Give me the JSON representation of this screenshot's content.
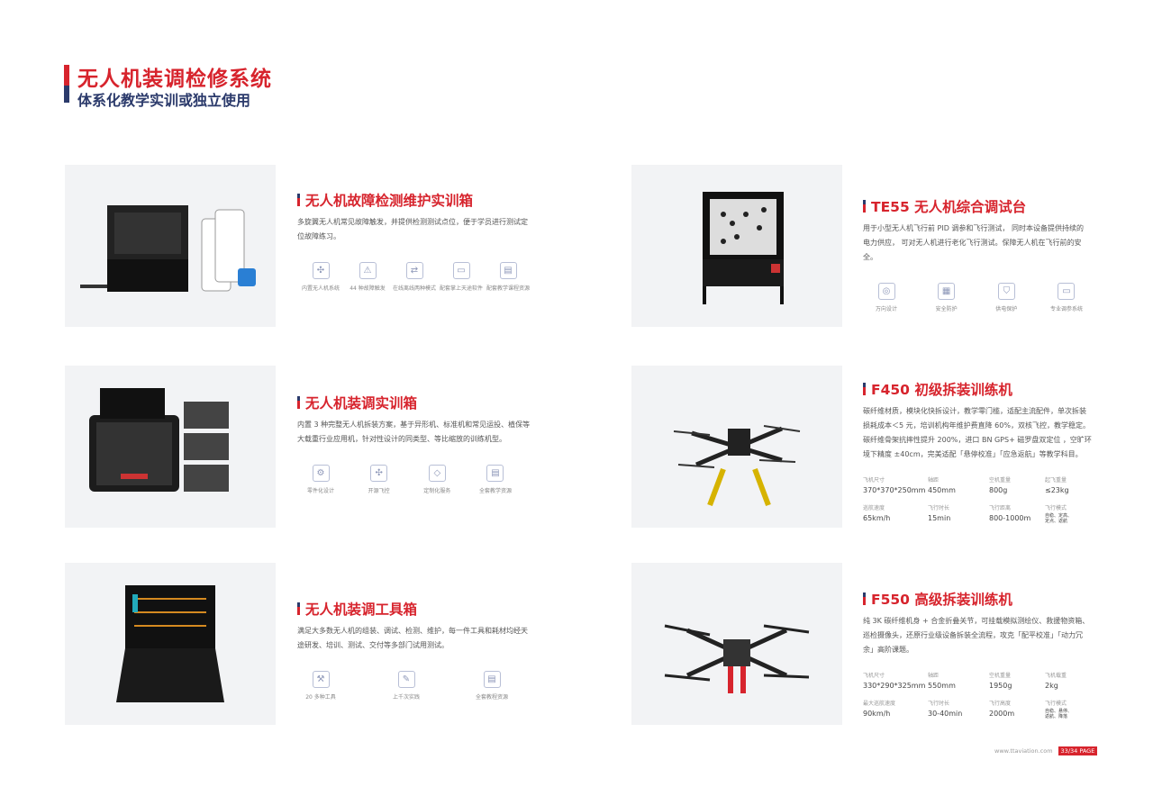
{
  "header": {
    "title": "无人机装调检修系统",
    "subtitle": "体系化教学实训或独立使用"
  },
  "products": [
    {
      "title": "无人机故障检测维护实训箱",
      "desc": "多旋翼无人机常见故障触发，并提供检测测试点位，便于学员进行测试定位故障练习。",
      "features": [
        {
          "icon": "drone-icon",
          "label": "内置无人机系统"
        },
        {
          "icon": "warning-icon",
          "label": "44 种故障触发"
        },
        {
          "icon": "mode-icon",
          "label": "在线离线两种模式"
        },
        {
          "icon": "monitor-icon",
          "label": "配套掌上天途软件"
        },
        {
          "icon": "book-icon",
          "label": "配套教学课程资源"
        }
      ]
    },
    {
      "title": "TE55 无人机综合调试台",
      "desc": "用于小型无人机飞行前 PID 调参和飞行测试， 同时本设备提供持续的电力供应， 可对无人机进行老化飞行测试。保障无人机在飞行前的安全。",
      "features": [
        {
          "icon": "gimbal-icon",
          "label": "万向设计"
        },
        {
          "icon": "net-icon",
          "label": "安全防护"
        },
        {
          "icon": "power-shield-icon",
          "label": "供电保护"
        },
        {
          "icon": "screen-icon",
          "label": "专业调参系统"
        }
      ]
    },
    {
      "title": "无人机装调实训箱",
      "desc": "内置 3 种完整无人机拆装方案，基于异形机、标准机和常见运投、植保等大载重行业应用机，针对性设计的同类型、等比缩放的训练机型。",
      "features": [
        {
          "icon": "gear-icon",
          "label": "零件化设计"
        },
        {
          "icon": "drone-icon",
          "label": "开源飞控"
        },
        {
          "icon": "diamond-icon",
          "label": "定制化服务"
        },
        {
          "icon": "book-icon",
          "label": "全套教学资源"
        }
      ]
    },
    {
      "title": "F450 初级拆装训练机",
      "desc": "碳纤维材质，模块化快拆设计，教学零门槛，适配主流配件，单次拆装损耗成本＜5 元，培训机构年维护费直降 60%，双核飞控，教学稳定。碳纤维骨架抗摔性提升 200%，进口 BN GPS+ 磁罗盘双定位 ，空旷环境下精度 ±40cm，完美适配「悬停校准」「应急返航」等教学科目。",
      "specs": [
        {
          "label": "飞机尺寸",
          "value": "370*370*250mm"
        },
        {
          "label": "轴距",
          "value": "450mm"
        },
        {
          "label": "空机重量",
          "value": "800g"
        },
        {
          "label": "起飞重量",
          "value": "≤23kg"
        },
        {
          "label": "巡航速度",
          "value": "65km/h"
        },
        {
          "label": "飞行时长",
          "value": "15min"
        },
        {
          "label": "飞行距离",
          "value": "800-1000m"
        },
        {
          "label": "飞行模式",
          "value": "自稳、定高、定点、返航"
        }
      ]
    },
    {
      "title": "无人机装调工具箱",
      "desc": "满足大多数无人机的组装、调试、检测、维护，每一件工具和耗材均经天途研发、培训、测试、交付等多部门试用测试。",
      "features": [
        {
          "icon": "tools-icon",
          "label": "20 多种工具"
        },
        {
          "icon": "practice-icon",
          "label": "上千次实践"
        },
        {
          "icon": "book-icon",
          "label": "全套教程资源"
        }
      ]
    },
    {
      "title": "F550 高级拆装训练机",
      "desc": "纯 3K 碳纤维机身 + 合金折叠关节，可挂载模拟测绘仪、救援物资箱、巡检摄像头，还原行业级设备拆装全流程，攻克「配平校准」「动力冗余」高阶课题。",
      "specs": [
        {
          "label": "飞机尺寸",
          "value": "330*290*325mm"
        },
        {
          "label": "轴距",
          "value": "550mm"
        },
        {
          "label": "空机重量",
          "value": "1950g"
        },
        {
          "label": "飞机载重",
          "value": "2kg"
        },
        {
          "label": "最大巡航速度",
          "value": "90km/h"
        },
        {
          "label": "飞行时长",
          "value": "30-40min"
        },
        {
          "label": "飞行高度",
          "value": "2000m"
        },
        {
          "label": "飞行模式",
          "value": "自稳、悬停、返航、降落"
        }
      ]
    }
  ],
  "footer": {
    "url": "www.ttaviation.com",
    "page": "33/34 PAGE"
  },
  "colors": {
    "accent": "#d7242d",
    "navy": "#2b3a6b"
  }
}
